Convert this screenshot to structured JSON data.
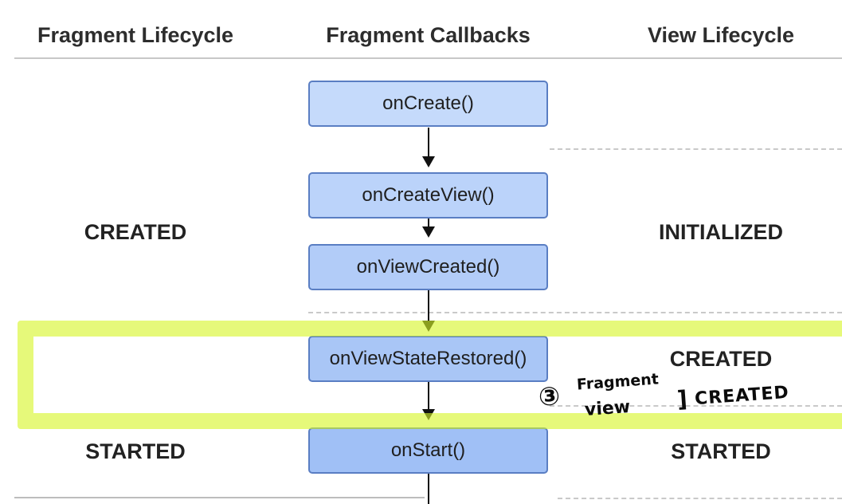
{
  "headers": {
    "fragment_lifecycle": "Fragment Lifecycle",
    "fragment_callbacks": "Fragment Callbacks",
    "view_lifecycle": "View Lifecycle"
  },
  "callbacks": {
    "on_create": "onCreate()",
    "on_create_view": "onCreateView()",
    "on_view_created": "onViewCreated()",
    "on_view_state_restored": "onViewStateRestored()",
    "on_start": "onStart()"
  },
  "fragment_states": {
    "created": "CREATED",
    "started": "STARTED"
  },
  "view_states": {
    "initialized": "INITIALIZED",
    "created": "CREATED",
    "started": "STARTED"
  },
  "annotation": {
    "number": "③",
    "line1": "Fragment",
    "line2": "view",
    "bracket": "]",
    "state": "CREATED"
  },
  "colors": {
    "box_border": "#5a7ec3",
    "box_fill": "#b8d0f8",
    "highlight": "#d7f528"
  }
}
